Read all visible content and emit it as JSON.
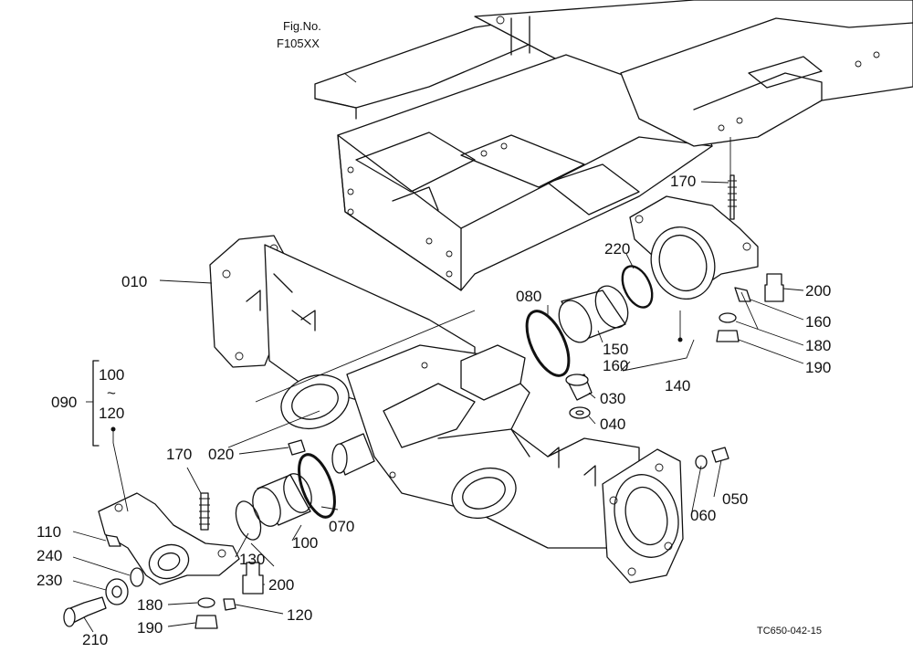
{
  "fig_ref": {
    "line1": "Fig.No.",
    "line2": "F105XX"
  },
  "drawing_code": "TC650-042-15",
  "group": {
    "label": "090",
    "range_start": "100",
    "range_sep": "~",
    "range_end": "120"
  },
  "part_labels": {
    "p010": "010",
    "p020": "020",
    "p030": "030",
    "p040": "040",
    "p050": "050",
    "p060": "060",
    "p070": "070",
    "p080": "080",
    "p100a": "100",
    "p110": "110",
    "p120": "120",
    "p130": "130",
    "p140": "140",
    "p150": "150",
    "p160a": "160",
    "p160b": "160",
    "p170a": "170",
    "p170b": "170",
    "p180a": "180",
    "p180b": "180",
    "p190a": "190",
    "p190b": "190",
    "p200a": "200",
    "p200b": "200",
    "p210": "210",
    "p220": "220",
    "p230": "230",
    "p240": "240"
  }
}
